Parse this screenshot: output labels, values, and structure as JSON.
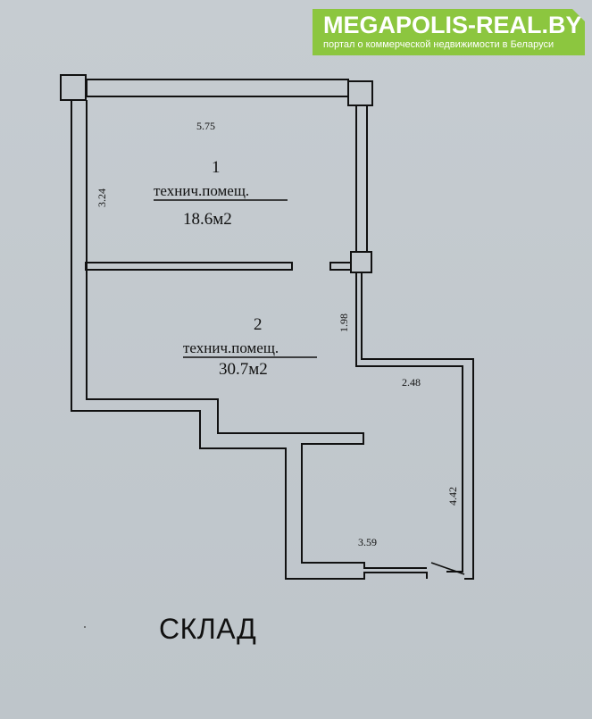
{
  "brand": {
    "name": "MEGAPOLIS-REAL.BY",
    "tagline": "портал о коммерческой недвижимости в Беларуси",
    "color": "#8cc63f"
  },
  "rooms": [
    {
      "number": "1",
      "type": "технич.помещ.",
      "area": "18.6м2"
    },
    {
      "number": "2",
      "type": "технич.помещ.",
      "area": "30.7м2"
    }
  ],
  "dimensions": {
    "top_width": "5.75",
    "left_height": "3.24",
    "right_step": "1.98",
    "step_width": "2.48",
    "right_height": "4.42",
    "bottom_width": "3.59"
  },
  "caption": "СКЛАД"
}
